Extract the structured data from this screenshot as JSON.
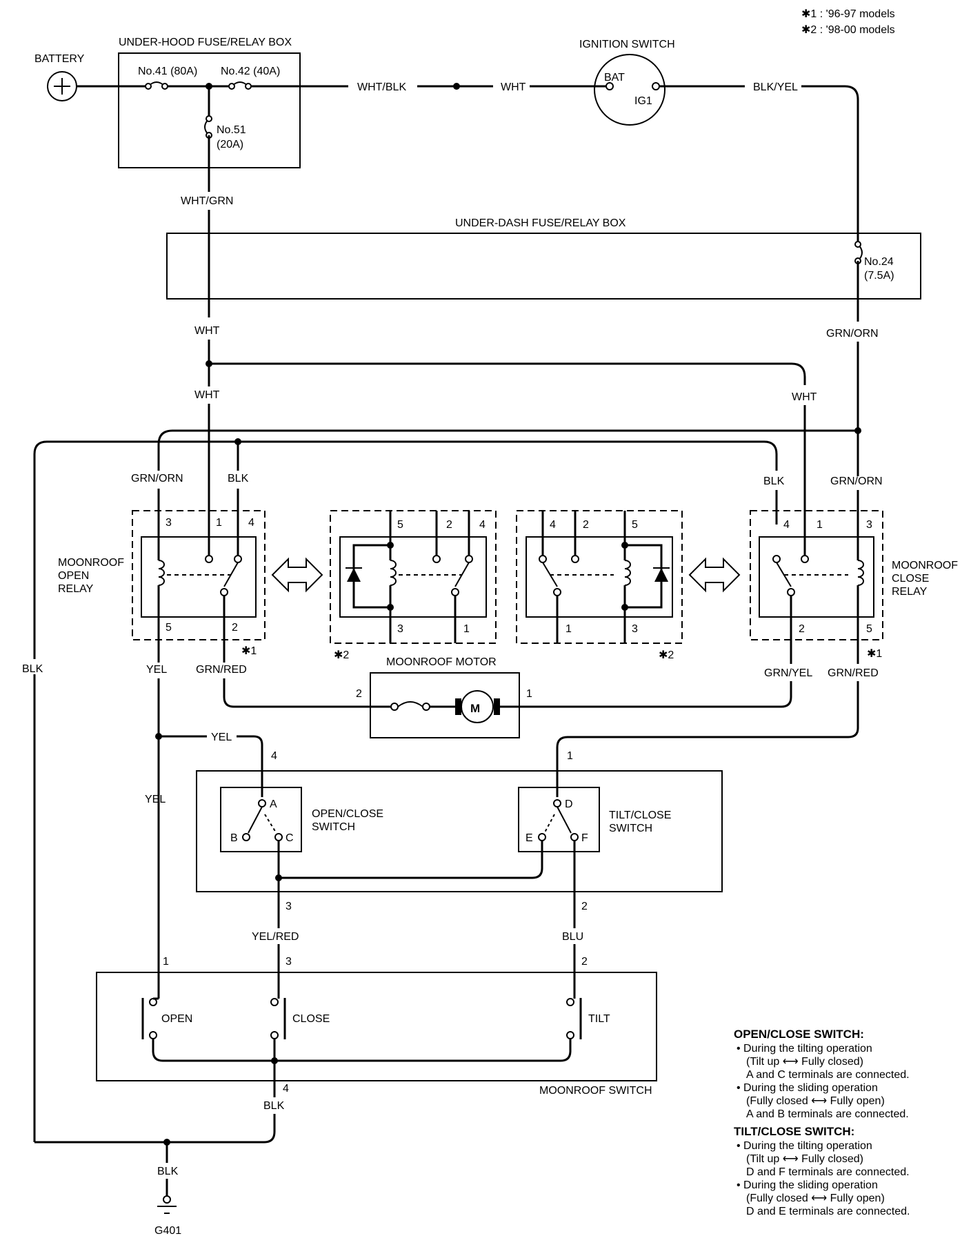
{
  "legend": {
    "m1": "✱1  : '96-97 models",
    "m2": "✱2  : '98-00 models"
  },
  "battery": {
    "label": "BATTERY"
  },
  "underhood": {
    "title": "UNDER-HOOD FUSE/RELAY BOX",
    "f41": "No.41 (80A)",
    "f42": "No.42 (40A)",
    "f51a": "No.51",
    "f51b": "(20A)"
  },
  "ignition": {
    "title": "IGNITION SWITCH",
    "bat": "BAT",
    "ig1": "IG1"
  },
  "underdash": {
    "title": "UNDER-DASH FUSE/RELAY BOX",
    "f24a": "No.24",
    "f24b": "(7.5A)"
  },
  "wires": {
    "wht_blk": "WHT/BLK",
    "wht_top": "WHT",
    "blk_yel": "BLK/YEL",
    "wht_grn": "WHT/GRN",
    "wht1": "WHT",
    "wht2": "WHT",
    "wht3": "WHT",
    "grn_orn1": "GRN/ORN",
    "grn_orn2": "GRN/ORN",
    "grn_orn3": "GRN/ORN",
    "blk1": "BLK",
    "blk2": "BLK",
    "blk_left": "BLK",
    "yel1": "YEL",
    "grn_red1": "GRN/RED",
    "grn_yel": "GRN/YEL",
    "grn_red2": "GRN/RED",
    "yel2": "YEL",
    "yel3": "YEL",
    "yel_red": "YEL/RED",
    "blu": "BLU",
    "blk3": "BLK",
    "blk4": "BLK"
  },
  "open_relay": {
    "l1": "MOONROOF",
    "l2": "OPEN",
    "l3": "RELAY",
    "p3": "3",
    "p1": "1",
    "p4": "4",
    "p5": "5",
    "p2": "2",
    "mark": "✱1"
  },
  "close_relay": {
    "l1": "MOONROOF",
    "l2": "CLOSE",
    "l3": "RELAY",
    "p4": "4",
    "p1": "1",
    "p3": "3",
    "p2": "2",
    "p5": "5",
    "mark": "✱1"
  },
  "alt_relay_left": {
    "p5": "5",
    "p2": "2",
    "p4": "4",
    "p3": "3",
    "p1": "1",
    "mark": "✱2"
  },
  "alt_relay_right": {
    "p4": "4",
    "p2": "2",
    "p5": "5",
    "p1": "1",
    "p3": "3",
    "mark": "✱2"
  },
  "motor": {
    "title": "MOONROOF MOTOR",
    "m": "M",
    "p2": "2",
    "p1": "1"
  },
  "switch_unit": {
    "p4": "4",
    "p1": "1",
    "p3": "3",
    "p2": "2",
    "oc_l1": "OPEN/CLOSE",
    "oc_l2": "SWITCH",
    "tc_l1": "TILT/CLOSE",
    "tc_l2": "SWITCH",
    "a": "A",
    "b": "B",
    "c": "C",
    "d": "D",
    "e": "E",
    "f": "F"
  },
  "moonroof_switch": {
    "title": "MOONROOF SWITCH",
    "open": "OPEN",
    "close": "CLOSE",
    "tilt": "TILT",
    "p1": "1",
    "p3": "3",
    "p2": "2",
    "p4": "4"
  },
  "ground": {
    "label": "G401"
  },
  "notes": {
    "oc_title": "OPEN/CLOSE SWITCH:",
    "oc1": "• During the tilting operation",
    "oc2": "(Tilt up ⟷ Fully closed)",
    "oc3": "A and C terminals are connected.",
    "oc4": "• During the sliding operation",
    "oc5": "(Fully closed ⟷ Fully open)",
    "oc6": "A and B terminals are connected.",
    "tc_title": "TILT/CLOSE SWITCH:",
    "tc1": "• During the tilting operation",
    "tc2": "(Tilt up ⟷ Fully closed)",
    "tc3": "D and F terminals are connected.",
    "tc4": "• During the sliding operation",
    "tc5": "(Fully closed ⟷ Fully open)",
    "tc6": "D and E terminals are connected."
  }
}
